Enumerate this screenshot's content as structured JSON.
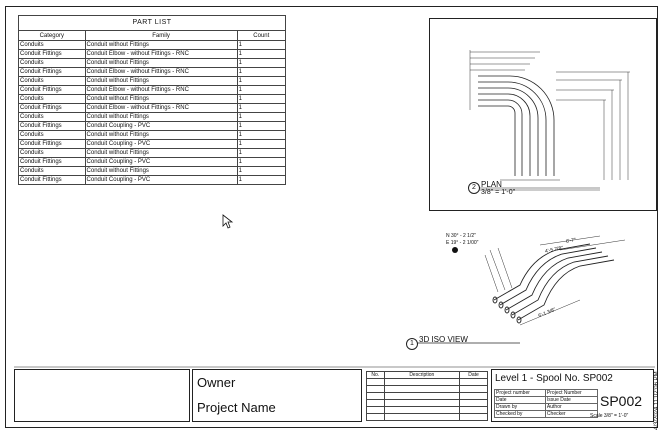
{
  "part_list": {
    "title": "PART LIST",
    "headers": [
      "Category",
      "Family",
      "Count"
    ],
    "rows": [
      [
        "Conduits",
        "Conduit without Fittings",
        "1"
      ],
      [
        "Conduit Fittings",
        "Conduit Elbow - without Fittings - RNC",
        "1"
      ],
      [
        "Conduits",
        "Conduit without Fittings",
        "1"
      ],
      [
        "Conduit Fittings",
        "Conduit Elbow - without Fittings - RNC",
        "1"
      ],
      [
        "Conduits",
        "Conduit without Fittings",
        "1"
      ],
      [
        "Conduit Fittings",
        "Conduit Elbow - without Fittings - RNC",
        "1"
      ],
      [
        "Conduits",
        "Conduit without Fittings",
        "1"
      ],
      [
        "Conduit Fittings",
        "Conduit Elbow - without Fittings - RNC",
        "1"
      ],
      [
        "Conduits",
        "Conduit without Fittings",
        "1"
      ],
      [
        "Conduit Fittings",
        "Conduit Coupling - PVC",
        "1"
      ],
      [
        "Conduits",
        "Conduit without Fittings",
        "1"
      ],
      [
        "Conduit Fittings",
        "Conduit Coupling - PVC",
        "1"
      ],
      [
        "Conduits",
        "Conduit without Fittings",
        "1"
      ],
      [
        "Conduit Fittings",
        "Conduit Coupling - PVC",
        "1"
      ],
      [
        "Conduits",
        "Conduit without Fittings",
        "1"
      ],
      [
        "Conduit Fittings",
        "Conduit Coupling - PVC",
        "1"
      ]
    ]
  },
  "views": {
    "plan": {
      "number": "2",
      "name": "PLAN",
      "scale": "3/8\" = 1'-0\""
    },
    "iso": {
      "number": "1",
      "name": "3D ISO VIEW",
      "annotation_1": "N 30° - 2 1/2\"",
      "annotation_2": "E 19° - 2 1/00\"",
      "dim_1": "6'-7\"",
      "dim_2": "4'-5 7/8\"",
      "dim_3": "6'-1 3/8\""
    }
  },
  "title_block": {
    "owner": "Owner",
    "project_name": "Project Name",
    "revision_headers": [
      "No.",
      "Description",
      "Date"
    ],
    "sheet_title": "Level 1 - Spool No. SP002",
    "info": [
      [
        "Project number",
        "Project Number"
      ],
      [
        "Date",
        "Issue Date"
      ],
      [
        "Drawn by",
        "Author"
      ],
      [
        "Checked by",
        "Checker"
      ]
    ],
    "sheet_number": "SP002",
    "scale": "Scale  3/8\" = 1'-0\"",
    "date_stamp": "4/3/2024 11:02:06 PM"
  },
  "icons": {
    "cursor": "arrow-cursor-icon"
  }
}
